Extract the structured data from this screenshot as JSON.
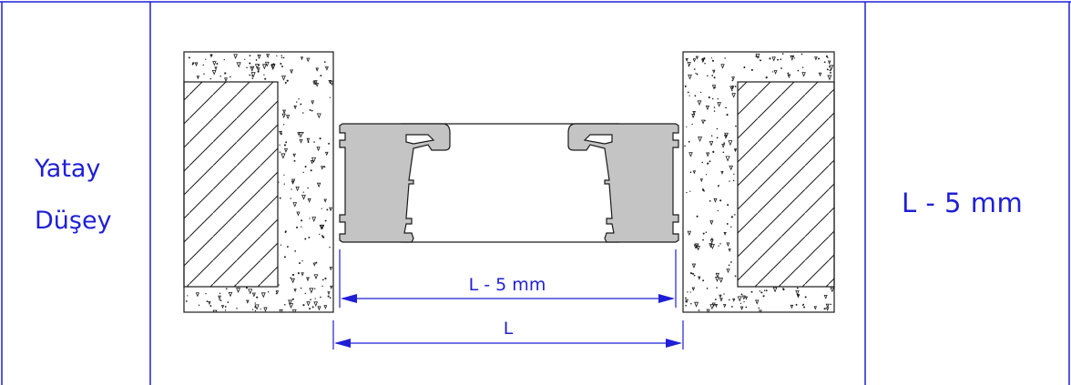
{
  "table": {
    "left_label_1": "Yatay",
    "left_label_2": "Düşey",
    "right_value": "L - 5 mm"
  },
  "diagram": {
    "dimension_inner": "L - 5 mm",
    "dimension_outer": "L"
  },
  "colors": {
    "blue": "#1f1fd6",
    "profile_fill": "#c4c4c4",
    "line": "#1a1a1a"
  }
}
